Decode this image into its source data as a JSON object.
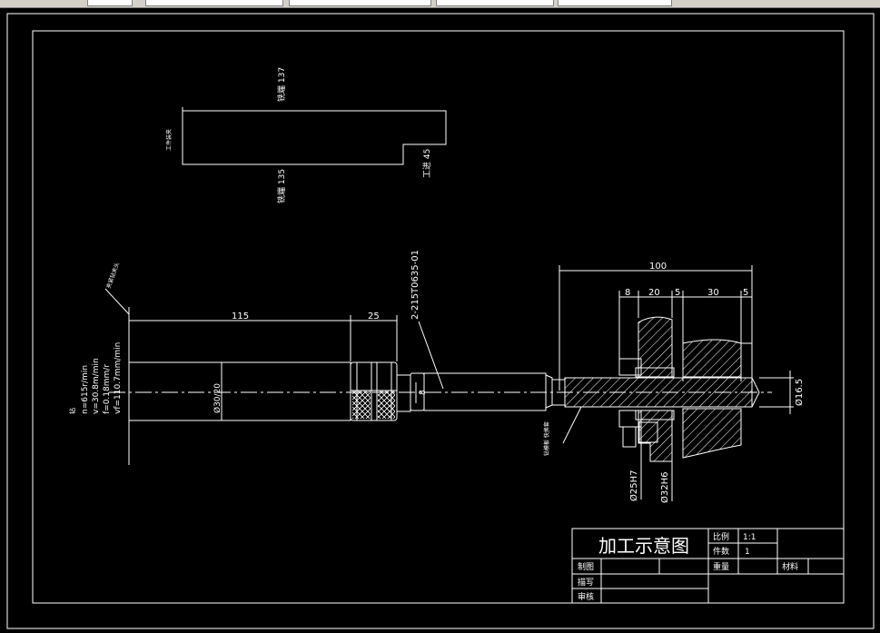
{
  "cad_toolbar": {
    "fields": [
      "",
      "",
      "",
      "",
      ""
    ]
  },
  "drawing": {
    "part_outline": {
      "top_label": "铣端 137",
      "bottom_label": "铣端 135",
      "side_label": "工件装夹",
      "step_label": "工进 45"
    },
    "cutting_params": {
      "tag": "钻",
      "n": "n=615r/min",
      "v": "v=30.8m/min",
      "f": "f=0.18mm/r",
      "vf": "vf=110.7mm/min"
    },
    "tool": {
      "leader_label": "夹紧钻夹头",
      "dim_115": "115",
      "dim_25": "25",
      "dia_label": "Ø30/20",
      "dim_8": "8",
      "part_number": "2-215T0635-01"
    },
    "fixture": {
      "dim_100": "100",
      "dim_8": "8",
      "dim_20": "20",
      "dim_5a": "5",
      "dim_30": "30",
      "dim_5b": "5",
      "dia_right": "Ø16.5",
      "dia_25": "Ø25H7",
      "dia_32": "Ø32H6",
      "leader_label": "钻模板 快换套"
    },
    "title_block": {
      "title": "加工示意图",
      "scale_label": "比例",
      "scale_value": "1:1",
      "count_label": "件数",
      "count_value": "1",
      "drawn_label": "制图",
      "checked_label": "描写",
      "reviewed_label": "审核",
      "weight_label": "重量",
      "material_label": "材料"
    }
  }
}
